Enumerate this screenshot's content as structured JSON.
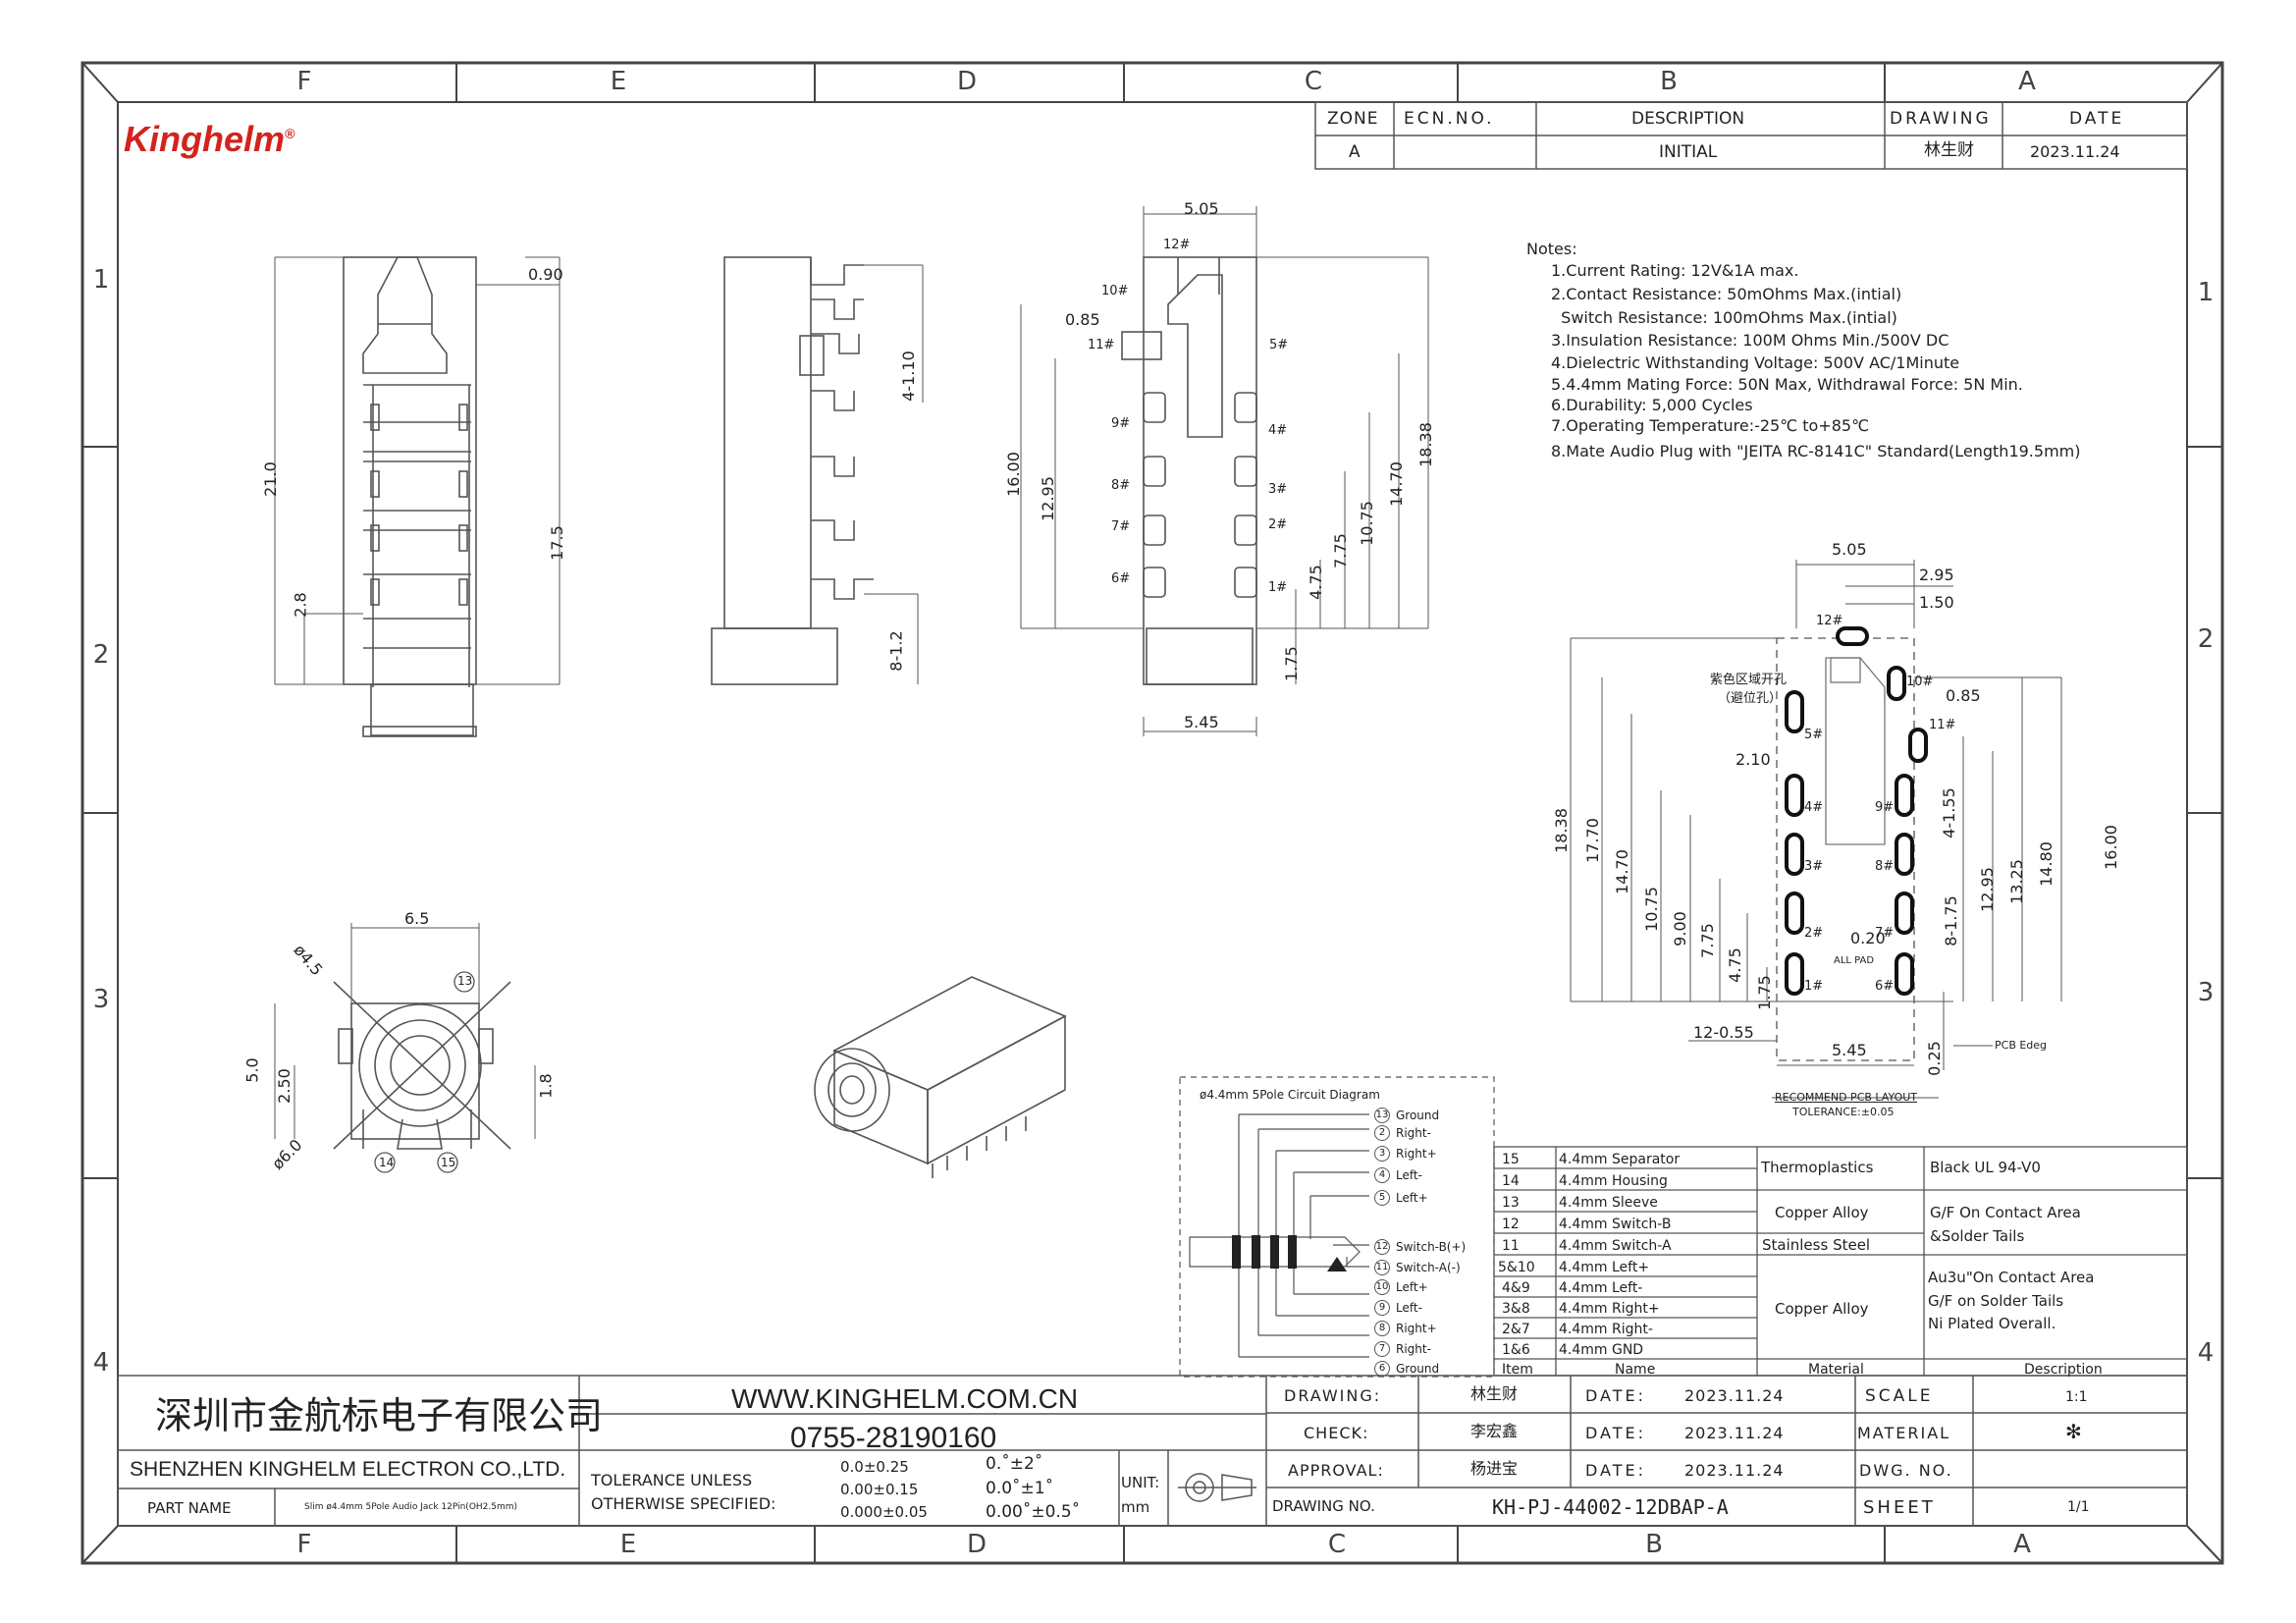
{
  "brand": {
    "logo_text": "Kinghelm",
    "registered": "®",
    "color": "#d4221c"
  },
  "zones": {
    "top": [
      "F",
      "E",
      "D",
      "C",
      "B",
      "A"
    ],
    "bottom": [
      "F",
      "E",
      "D",
      "C",
      "B",
      "A"
    ],
    "left": [
      "1",
      "2",
      "3",
      "4"
    ],
    "right": [
      "1",
      "2",
      "3",
      "4"
    ]
  },
  "revision": {
    "headers": [
      "ZONE",
      "ECN.NO.",
      "DESCRIPTION",
      "DRAWING",
      "DATE"
    ],
    "row": [
      "A",
      "",
      "INITIAL",
      "林生财",
      "2023.11.24"
    ]
  },
  "notes": {
    "title": "Notes:",
    "items": [
      "1.Current Rating: 12V&1A max.",
      "2.Contact Resistance: 50mOhms Max.(intial)",
      "  Switch Resistance: 100mOhms Max.(intial)",
      "3.Insulation Resistance: 100M Ohms Min./500V DC",
      "4.Dielectric Withstanding Voltage: 500V AC/1Minute",
      "5.4.4mm Mating Force: 50N Max, Withdrawal Force: 5N Min.",
      "6.Durability: 5,000 Cycles",
      "7.Operating Temperature:-25℃ to+85℃",
      "8.Mate Audio Plug with \"JEITA RC-8141C\" Standard(Length19.5mm)"
    ]
  },
  "view1": {
    "dims": [
      "0.90",
      "21.0",
      "17.5",
      "2.8"
    ]
  },
  "view2": {
    "dims": [
      "4-1.10",
      "8-1.2"
    ]
  },
  "view3": {
    "dims": [
      "5.05",
      "0.85",
      "16.00",
      "12.95",
      "5.45",
      "1.75",
      "4.75",
      "7.75",
      "10.75",
      "14.70",
      "18.38"
    ],
    "pins": [
      "12#",
      "10#",
      "11#",
      "5#",
      "9#",
      "4#",
      "8#",
      "3#",
      "7#",
      "2#",
      "6#",
      "1#"
    ]
  },
  "front_view": {
    "dims": [
      "6.5",
      "ø4.5",
      "5.0",
      "2.50",
      "1.8",
      "ø6.0"
    ],
    "callouts": [
      "13",
      "14",
      "15"
    ]
  },
  "pcb_layout": {
    "dims": [
      "5.05",
      "2.95",
      "1.50",
      "0.85",
      "2.10",
      "4-1.55",
      "8-1.75",
      "0.20",
      "12-0.55",
      "5.45",
      "0.25",
      "18.38",
      "17.70",
      "14.70",
      "10.75",
      "9.00",
      "7.75",
      "4.75",
      "1.75",
      "12.95",
      "13.25",
      "14.80",
      "16.00"
    ],
    "pins": [
      "12#",
      "10#",
      "11#",
      "5#",
      "4#",
      "9#",
      "3#",
      "8#",
      "2#",
      "7#",
      "1#",
      "6#"
    ],
    "note_cn_1": "紫色区域开孔",
    "note_cn_2": "（避位孔）",
    "all_pad": "ALL PAD",
    "pcb_edge": "PCB Edeg",
    "title": "RECOMMEND PCB LAYOUT",
    "tolerance": "TOLERANCE:±0.05"
  },
  "circuit": {
    "title": "ø4.4mm 5Pole Circuit Diagram",
    "upper": [
      [
        "13",
        "Ground"
      ],
      [
        "2",
        "Right-"
      ],
      [
        "3",
        "Right+"
      ],
      [
        "4",
        "Left-"
      ],
      [
        "5",
        "Left+"
      ]
    ],
    "lower": [
      [
        "12",
        "Switch-B(+)"
      ],
      [
        "11",
        "Switch-A(-)"
      ],
      [
        "10",
        "Left+"
      ],
      [
        "9",
        "Left-"
      ],
      [
        "8",
        "Right+"
      ],
      [
        "7",
        "Right-"
      ],
      [
        "6",
        "Ground"
      ]
    ]
  },
  "bom": {
    "rows": [
      [
        "15",
        "4.4mm Separator"
      ],
      [
        "14",
        "4.4mm Housing"
      ],
      [
        "13",
        "4.4mm Sleeve"
      ],
      [
        "12",
        "4.4mm Switch-B"
      ],
      [
        "11",
        "4.4mm Switch-A"
      ],
      [
        "5&10",
        "4.4mm Left+"
      ],
      [
        "4&9",
        "4.4mm Left-"
      ],
      [
        "3&8",
        "4.4mm Right+"
      ],
      [
        "2&7",
        "4.4mm Right-"
      ],
      [
        "1&6",
        "4.4mm GND"
      ]
    ],
    "header": [
      "Item",
      "Name",
      "Material",
      "Description"
    ],
    "materials": [
      "Thermoplastics",
      "Copper Alloy",
      "Stainless Steel",
      "Copper Alloy"
    ],
    "descriptions": [
      "Black UL 94-V0",
      "G/F On Contact Area",
      "&Solder Tails",
      "Au3u\"On Contact Area",
      "G/F on Solder Tails",
      "Ni Plated Overall."
    ]
  },
  "title_block": {
    "company_cn": "深圳市金航标电子有限公司",
    "website": "WWW.KINGHELM.COM.CN",
    "phone": "0755-28190160",
    "company_en": "SHENZHEN KINGHELM ELECTRON CO.,LTD.",
    "part_name_label": "PART NAME",
    "part_name": "Slim ø4.4mm 5Pole Audio Jack 12Pin(OH2.5mm)",
    "tolerance_label_1": "TOLERANCE UNLESS",
    "tolerance_label_2": "OTHERWISE SPECIFIED:",
    "tol_linear": [
      "0.0±0.25",
      "0.00±0.15",
      "0.000±0.05"
    ],
    "tol_angle": [
      "0.˚±2˚",
      "0.0˚±1˚",
      "0.00˚±0.5˚"
    ],
    "unit_label": "UNIT:",
    "unit": "mm",
    "drawing_label": "DRAWING:",
    "drawing_by": "林生财",
    "check_label": "CHECK:",
    "check_by": "李宏鑫",
    "approval_label": "APPROVAL:",
    "approval_by": "杨进宝",
    "date_label": "DATE:",
    "date_1": "2023.11.24",
    "date_2": "2023.11.24",
    "date_3": "2023.11.24",
    "scale_label": "SCALE",
    "scale": "1:1",
    "material_label": "MATERIAL",
    "material": "✻",
    "dwg_no_label": "DWG. NO.",
    "drawing_no_label": "DRAWING NO.",
    "drawing_no": "KH-PJ-44002-12DBAP-A",
    "sheet_label": "SHEET",
    "sheet": "1/1"
  }
}
